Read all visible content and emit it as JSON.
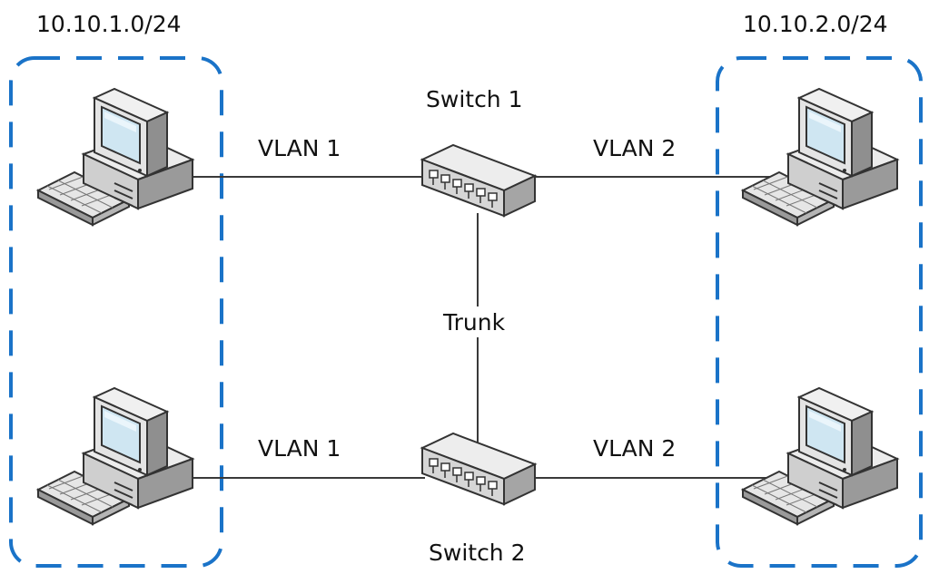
{
  "subnets": {
    "left": {
      "label": "10.10.1.0/24"
    },
    "right": {
      "label": "10.10.2.0/24"
    }
  },
  "switches": {
    "s1": {
      "label": "Switch 1"
    },
    "s2": {
      "label": "Switch 2"
    }
  },
  "links": {
    "s1_left": "VLAN 1",
    "s1_right": "VLAN 2",
    "trunk": "Trunk",
    "s2_left": "VLAN 1",
    "s2_right": "VLAN 2"
  },
  "colors": {
    "subnet_border": "#1a73c8",
    "link": "#3a3a3a",
    "computer_body": "#e4e4e4",
    "computer_shadow": "#9a9a9a",
    "screen": "#cfe6f2",
    "switch_body": "#dcdcdc"
  },
  "icons": {
    "computer": "desktop-computer-icon",
    "switch": "network-switch-icon"
  }
}
